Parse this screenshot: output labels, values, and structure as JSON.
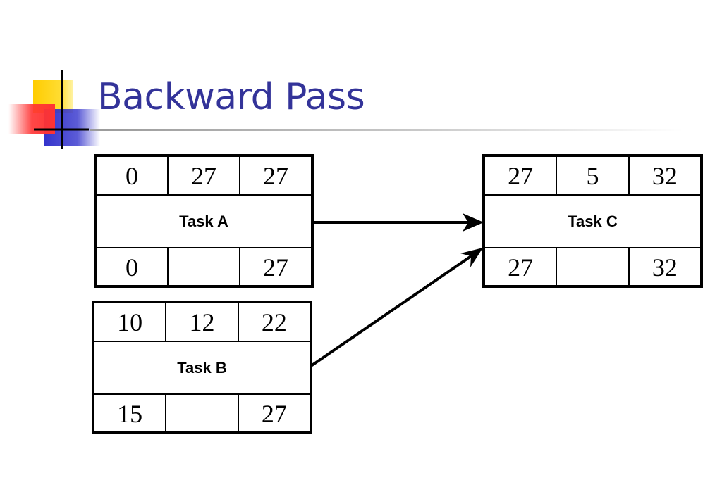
{
  "slide": {
    "title": "Backward Pass"
  },
  "tasks": [
    {
      "name": "Task A",
      "es": "0",
      "duration": "27",
      "ef": "27",
      "ls": "0",
      "slack": "",
      "lf": "27"
    },
    {
      "name": "Task B",
      "es": "10",
      "duration": "12",
      "ef": "22",
      "ls": "15",
      "slack": "",
      "lf": "27"
    },
    {
      "name": "Task C",
      "es": "27",
      "duration": "5",
      "ef": "32",
      "ls": "27",
      "slack": "",
      "lf": "32"
    }
  ],
  "colors": {
    "title": "#333399",
    "logo_yellow": "#ffcc00",
    "logo_blue": "#3333cc",
    "logo_red": "#ff3333"
  }
}
